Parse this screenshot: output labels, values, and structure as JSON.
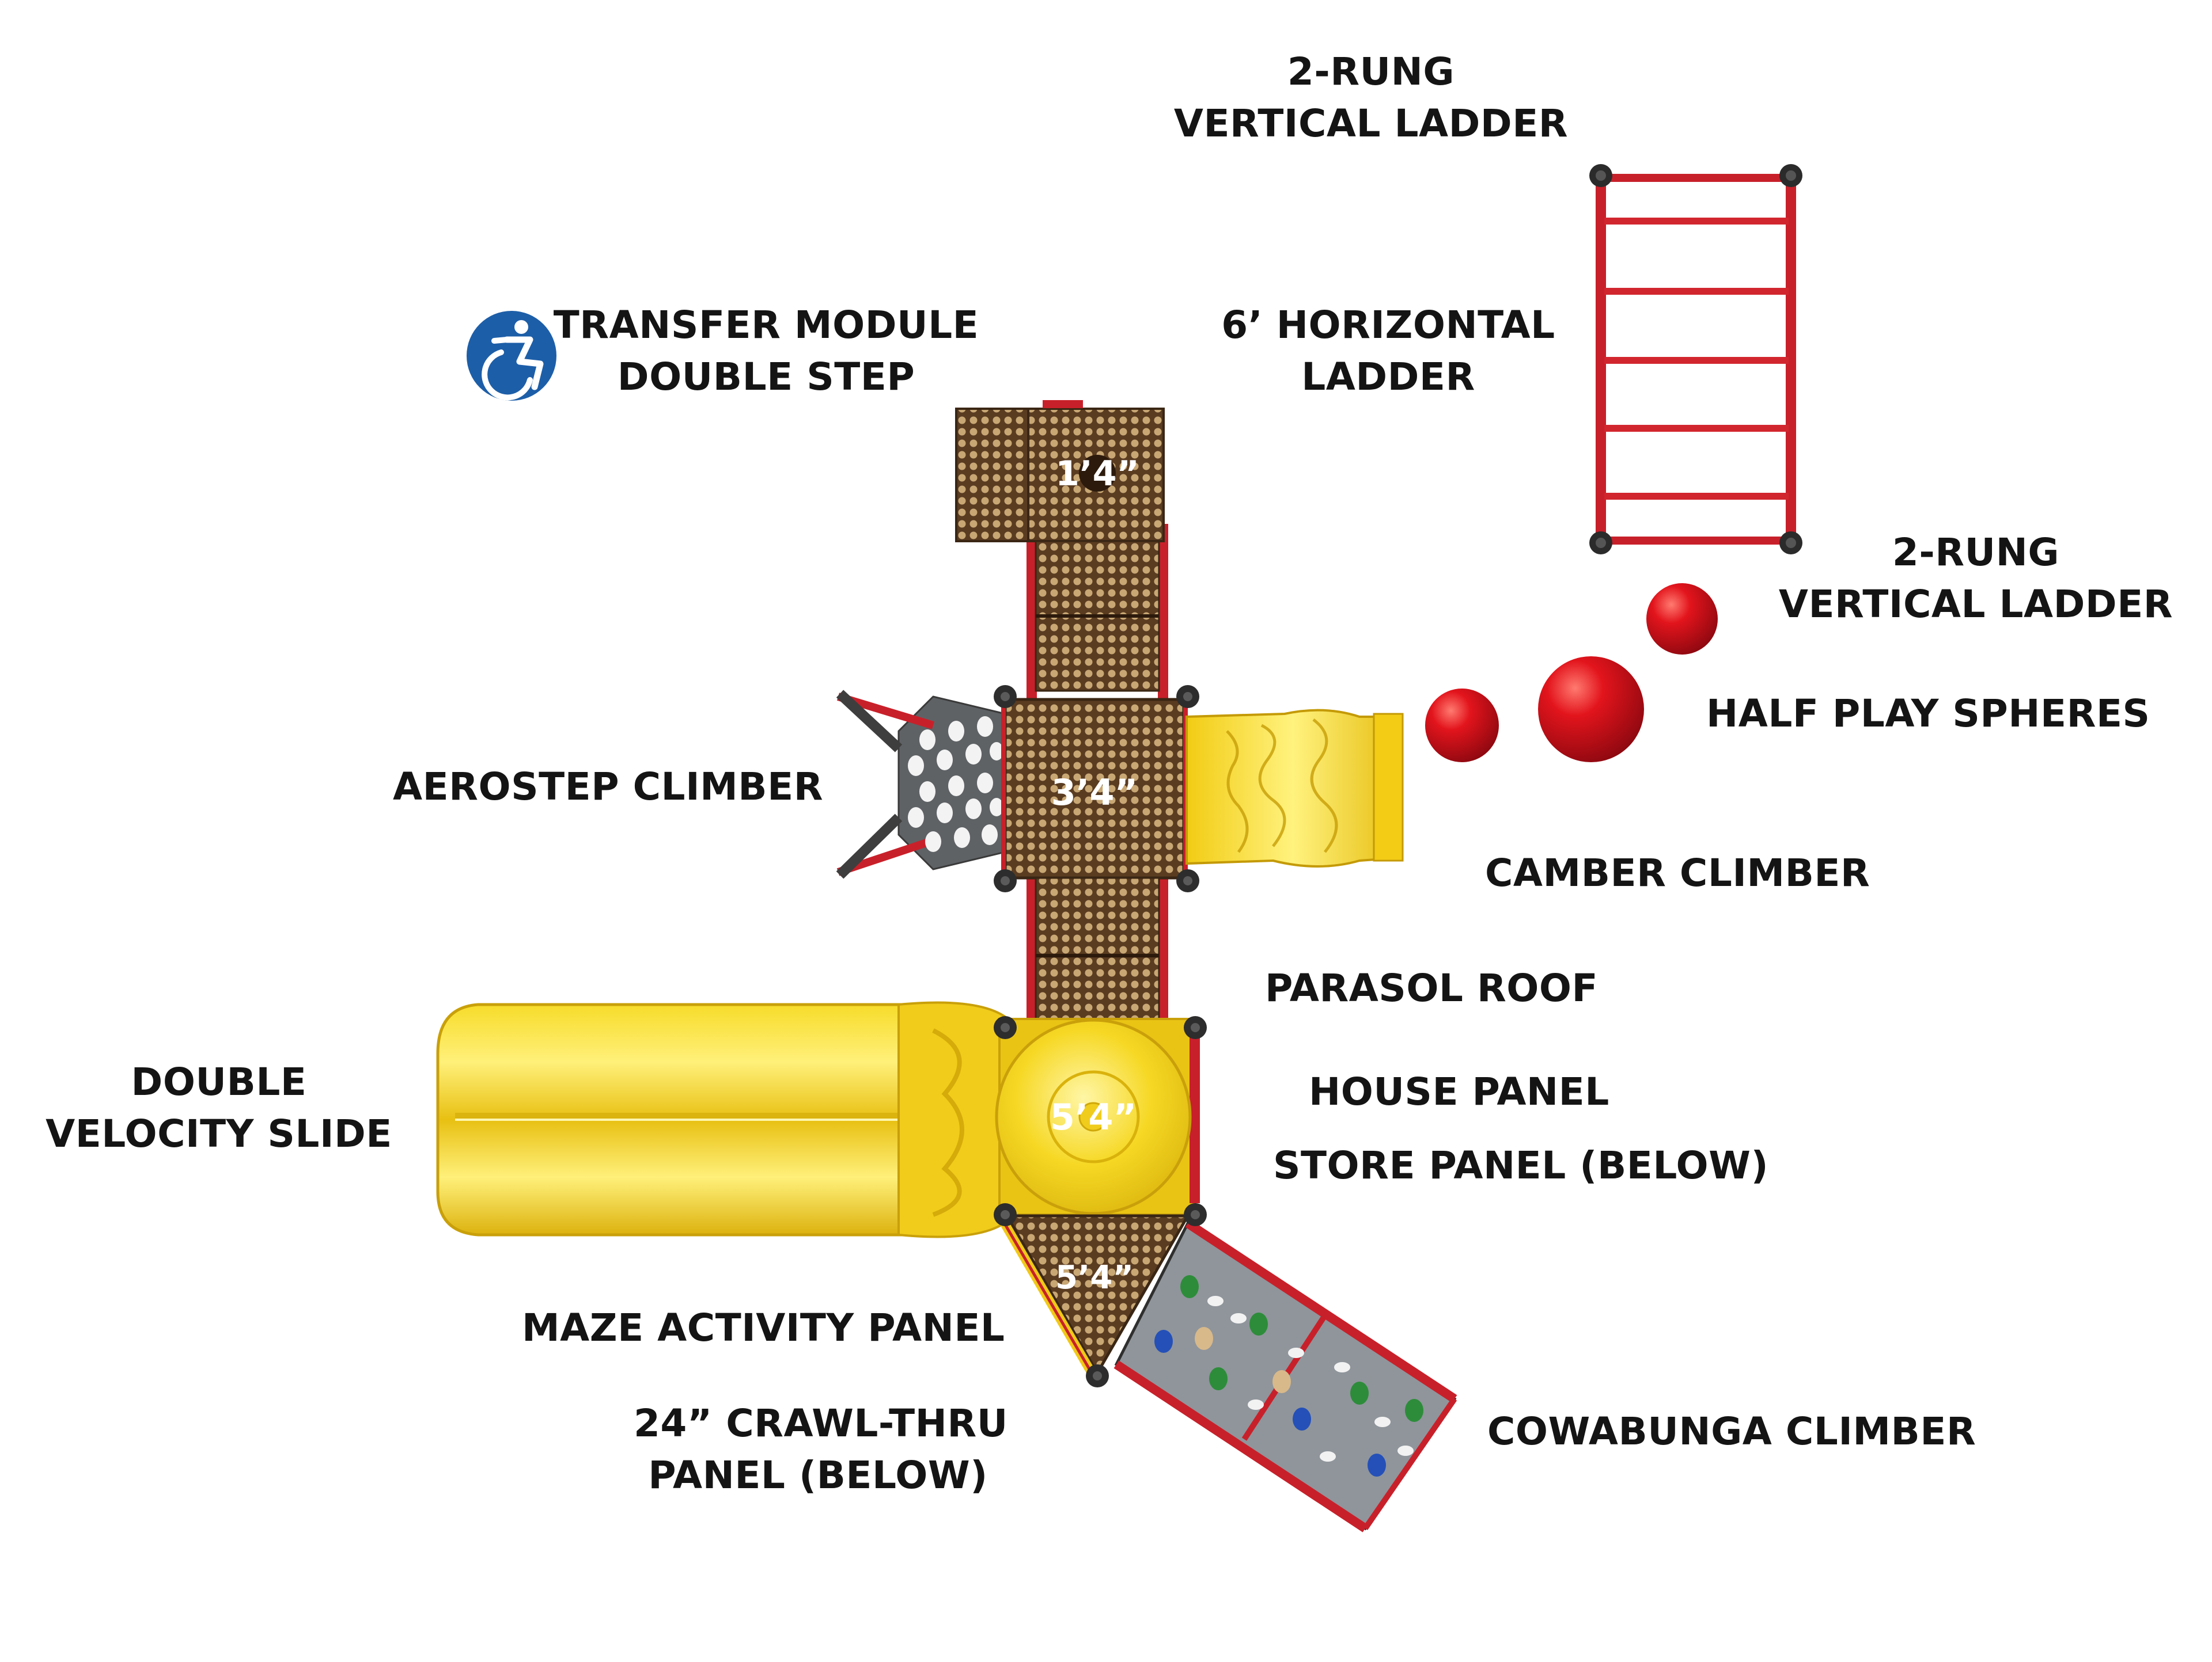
{
  "diagram": {
    "labels": {
      "vertical_ladder_top": [
        "2-RUNG",
        "VERTICAL LADDER"
      ],
      "horizontal_ladder": [
        "6’ HORIZONTAL",
        "LADDER"
      ],
      "transfer_module": [
        "TRANSFER MODULE",
        "DOUBLE STEP"
      ],
      "vertical_ladder_right": [
        "2-RUNG",
        "VERTICAL LADDER"
      ],
      "half_play_spheres": "HALF PLAY SPHERES",
      "aerostep_climber": "AEROSTEP CLIMBER",
      "camber_climber": "CAMBER CLIMBER",
      "parasol_roof": "PARASOL ROOF",
      "double_velocity_slide": [
        "DOUBLE",
        "VELOCITY SLIDE"
      ],
      "house_panel": "HOUSE PANEL",
      "store_panel": "STORE PANEL (BELOW)",
      "maze_activity_panel": "MAZE ACTIVITY PANEL",
      "crawl_thru_panel": [
        "24” CRAWL-THRU",
        "PANEL (BELOW)"
      ],
      "cowabunga_climber": "COWABUNGA CLIMBER"
    },
    "deck_heights": {
      "transfer": "1’4”",
      "mid": "3’4”",
      "top": "5’4”",
      "triangle": "5’4”"
    },
    "icons": {
      "accessibility": "wheelchair-accessibility-icon"
    },
    "colors": {
      "post_red": "#c8202a",
      "slide_yellow": "#f4d21e",
      "deck_brown": "#5b3d22",
      "sphere_red": "#d8101a",
      "climber_gray": "#8f959b",
      "accessibility_blue": "#1d5ea8"
    }
  }
}
